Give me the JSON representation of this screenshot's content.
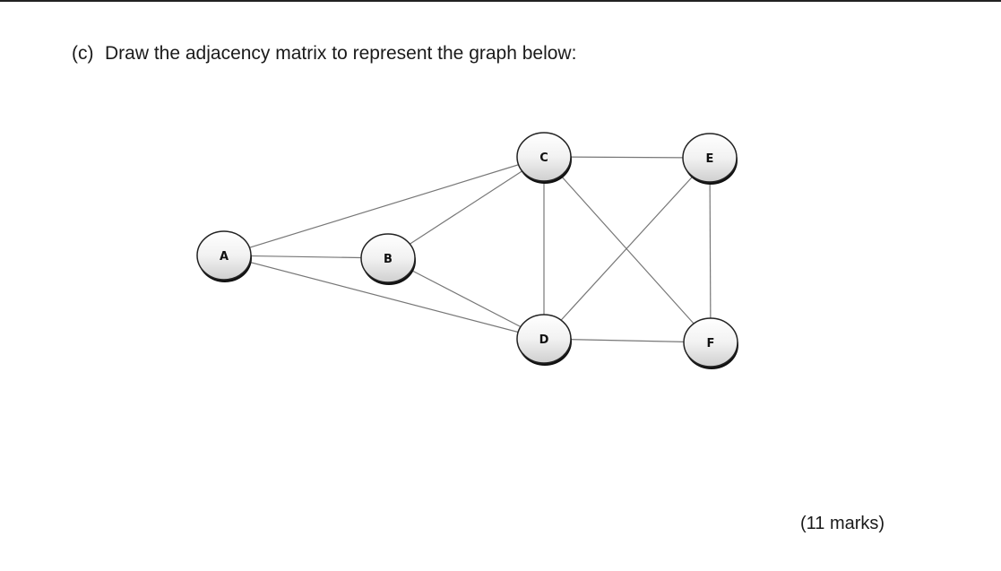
{
  "question": {
    "label": "(c)",
    "text": "Draw the adjacency matrix to represent the graph below:"
  },
  "marks": "(11 marks)",
  "graph": {
    "nodes": [
      "A",
      "B",
      "C",
      "D",
      "E",
      "F"
    ],
    "edges": [
      [
        "A",
        "B"
      ],
      [
        "A",
        "C"
      ],
      [
        "A",
        "D"
      ],
      [
        "B",
        "C"
      ],
      [
        "B",
        "D"
      ],
      [
        "C",
        "D"
      ],
      [
        "C",
        "E"
      ],
      [
        "C",
        "F"
      ],
      [
        "D",
        "E"
      ],
      [
        "D",
        "F"
      ],
      [
        "E",
        "F"
      ]
    ]
  }
}
